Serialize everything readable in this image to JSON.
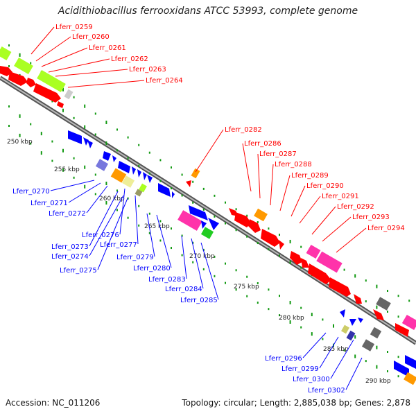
{
  "title": "Acidithiobacillus ferrooxidans ATCC 53993, complete genome",
  "accession": "Accession: NC_011206",
  "summary": "Topology: circular; Length: 2,885,038 bp; Genes: 2,878",
  "colors": {
    "forward": "#ff0000",
    "reverse": "#0000ff",
    "lime": "#aaff22",
    "orange": "#ff9900",
    "magenta": "#ff33aa",
    "gray": "#666666",
    "tick": "#119911",
    "backbone": "#777777"
  },
  "kbp_ticks": [
    {
      "label": "250 kbp"
    },
    {
      "label": "255 kbp"
    },
    {
      "label": "260 kbp"
    },
    {
      "label": "265 kbp"
    },
    {
      "label": "270 kbp"
    },
    {
      "label": "275 kbp"
    },
    {
      "label": "280 kbp"
    },
    {
      "label": "285 kbp"
    },
    {
      "label": "290 kbp"
    }
  ],
  "forward_labels": [
    {
      "name": "Lferr_0259"
    },
    {
      "name": "Lferr_0260"
    },
    {
      "name": "Lferr_0261"
    },
    {
      "name": "Lferr_0262"
    },
    {
      "name": "Lferr_0263"
    },
    {
      "name": "Lferr_0264"
    },
    {
      "name": "Lferr_0282"
    },
    {
      "name": "Lferr_0286"
    },
    {
      "name": "Lferr_0287"
    },
    {
      "name": "Lferr_0288"
    },
    {
      "name": "Lferr_0289"
    },
    {
      "name": "Lferr_0290"
    },
    {
      "name": "Lferr_0291"
    },
    {
      "name": "Lferr_0292"
    },
    {
      "name": "Lferr_0293"
    },
    {
      "name": "Lferr_0294"
    }
  ],
  "reverse_labels": [
    {
      "name": "Lferr_0270"
    },
    {
      "name": "Lferr_0271"
    },
    {
      "name": "Lferr_0272"
    },
    {
      "name": "Lferr_0276"
    },
    {
      "name": "Lferr_0273"
    },
    {
      "name": "Lferr_0277"
    },
    {
      "name": "Lferr_0274"
    },
    {
      "name": "Lferr_0279"
    },
    {
      "name": "Lferr_0275"
    },
    {
      "name": "Lferr_0280"
    },
    {
      "name": "Lferr_0283"
    },
    {
      "name": "Lferr_0284"
    },
    {
      "name": "Lferr_0285"
    },
    {
      "name": "Lferr_0296"
    },
    {
      "name": "Lferr_0299"
    },
    {
      "name": "Lferr_0300"
    },
    {
      "name": "Lferr_0302"
    }
  ]
}
